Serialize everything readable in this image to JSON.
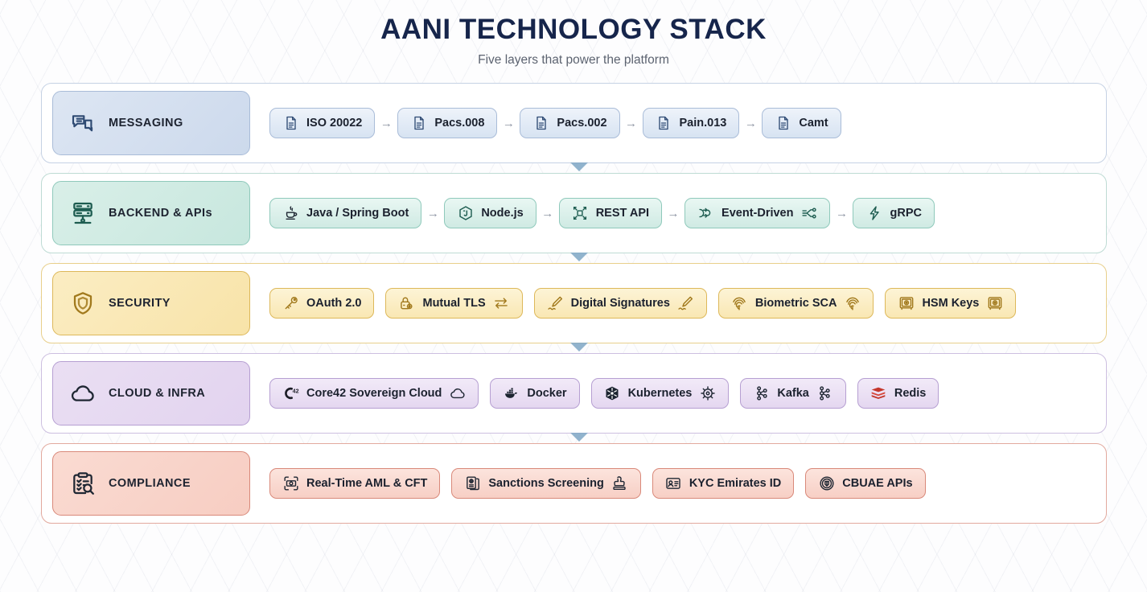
{
  "header": {
    "title": "AANI TECHNOLOGY STACK",
    "subtitle": "Five layers that power the platform"
  },
  "arrow_glyph": "→",
  "colors": {
    "title": "#16254b",
    "subtitle": "#5c6370",
    "connector": "#7ea6c4",
    "messaging": "#a9bcd8",
    "backend": "#8fc9bb",
    "security": "#ddb85a",
    "cloud": "#b69fd2",
    "compliance": "#d9897a"
  },
  "layers": [
    {
      "id": "messaging",
      "label": "MESSAGING",
      "icon": "chat-bubbles-icon",
      "separator": "arrow",
      "chips": [
        {
          "label": "ISO 20022",
          "icon_left": "document-icon"
        },
        {
          "label": "Pacs.008",
          "icon_left": "document-icon"
        },
        {
          "label": "Pacs.002",
          "icon_left": "document-icon"
        },
        {
          "label": "Pain.013",
          "icon_left": "document-icon"
        },
        {
          "label": "Camt",
          "icon_left": "document-icon"
        }
      ]
    },
    {
      "id": "backend",
      "label": "BACKEND & APIs",
      "icon": "server-rack-icon",
      "separator": "arrow",
      "chips": [
        {
          "label": "Java / Spring Boot",
          "icon_left": "java-coffee-icon"
        },
        {
          "label": "Node.js",
          "icon_left": "nodejs-hexagon-icon"
        },
        {
          "label": "REST API",
          "icon_left": "api-nodes-icon"
        },
        {
          "label": "Event-Driven",
          "icon_left": "event-fork-icon",
          "icon_right": "circuit-icon"
        },
        {
          "label": "gRPC",
          "icon_left": "lightning-bolt-icon"
        }
      ]
    },
    {
      "id": "security",
      "label": "SECURITY",
      "icon": "shield-icon",
      "separator": "gap",
      "chips": [
        {
          "label": "OAuth 2.0",
          "icon_left": "key-icon"
        },
        {
          "label": "Mutual TLS",
          "icon_left": "lock-icon",
          "icon_right": "exchange-arrows-icon"
        },
        {
          "label": "Digital Signatures",
          "icon_left": "signature-pen-icon",
          "icon_right": "signature-pen-icon"
        },
        {
          "label": "Biometric SCA",
          "icon_left": "fingerprint-icon",
          "icon_right": "fingerprint-icon"
        },
        {
          "label": "HSM Keys",
          "icon_left": "safe-vault-icon",
          "icon_right": "safe-vault-icon"
        }
      ]
    },
    {
      "id": "cloud",
      "label": "CLOUD & INFRA",
      "icon": "cloud-icon",
      "separator": "gap",
      "chips": [
        {
          "label": "Core42 Sovereign Cloud",
          "icon_left": "core42-logo-icon",
          "icon_right": "cloud-icon"
        },
        {
          "label": "Docker",
          "icon_left": "docker-whale-icon"
        },
        {
          "label": "Kubernetes",
          "icon_left": "kubernetes-icon",
          "icon_right": "helm-wheel-icon"
        },
        {
          "label": "Kafka",
          "icon_left": "kafka-nodes-icon",
          "icon_right": "kafka-nodes-icon"
        },
        {
          "label": "Redis",
          "icon_left": "redis-stack-icon"
        }
      ]
    },
    {
      "id": "compliance",
      "label": "COMPLIANCE",
      "icon": "clipboard-search-icon",
      "separator": "gap",
      "chips": [
        {
          "label": "Real-Time AML & CFT",
          "icon_left": "scan-money-icon"
        },
        {
          "label": "Sanctions Screening",
          "icon_left": "passport-icon",
          "icon_right": "stamp-icon"
        },
        {
          "label": "KYC Emirates ID",
          "icon_left": "id-card-icon"
        },
        {
          "label": "CBUAE APIs",
          "icon_left": "seal-emblem-icon"
        }
      ]
    }
  ]
}
